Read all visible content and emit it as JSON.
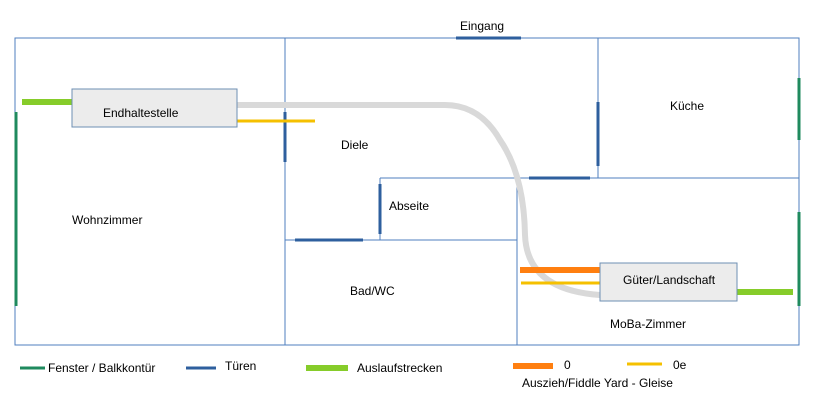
{
  "colors": {
    "wall": "#4f7fbf",
    "window": "#1f8a5e",
    "door": "#2e5f9e",
    "runout": "#86cc2a",
    "track_0": "#ff7f10",
    "track_0e": "#f5c000",
    "main_line": "#d9d9d9",
    "station_fill": "#ececec",
    "station_border": "#6e8fb3"
  },
  "labels": {
    "entrance": "Eingang",
    "living_room": "Wohnzimmer",
    "terminal_station": "Endhaltestelle",
    "hall": "Diele",
    "kitchen": "Küche",
    "storage": "Abseite",
    "bathroom": "Bad/WC",
    "goods_scenery": "Güter/Landschaft",
    "model_railway_room": "MoBa-Zimmer"
  },
  "legend": {
    "window": "Fenster / Balkkontür",
    "door": "Türen",
    "runout": "Auslaufstrecken",
    "track_0": "0",
    "track_0e": "0e",
    "fiddle_yard": "Auszieh/Fiddle Yard - Gleise"
  }
}
